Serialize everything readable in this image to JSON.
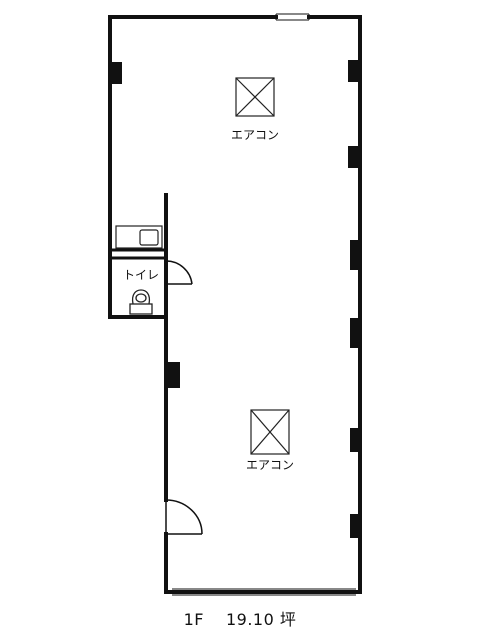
{
  "plan": {
    "rooms": {
      "toilet_label": "トイレ",
      "ac_upper_label": "エアコン",
      "ac_lower_label": "エアコン"
    },
    "caption": {
      "floor": "1F",
      "area": "19.10 坪"
    },
    "colors": {
      "wall": "#111111",
      "background": "#ffffff",
      "fixture": "#222222"
    }
  }
}
